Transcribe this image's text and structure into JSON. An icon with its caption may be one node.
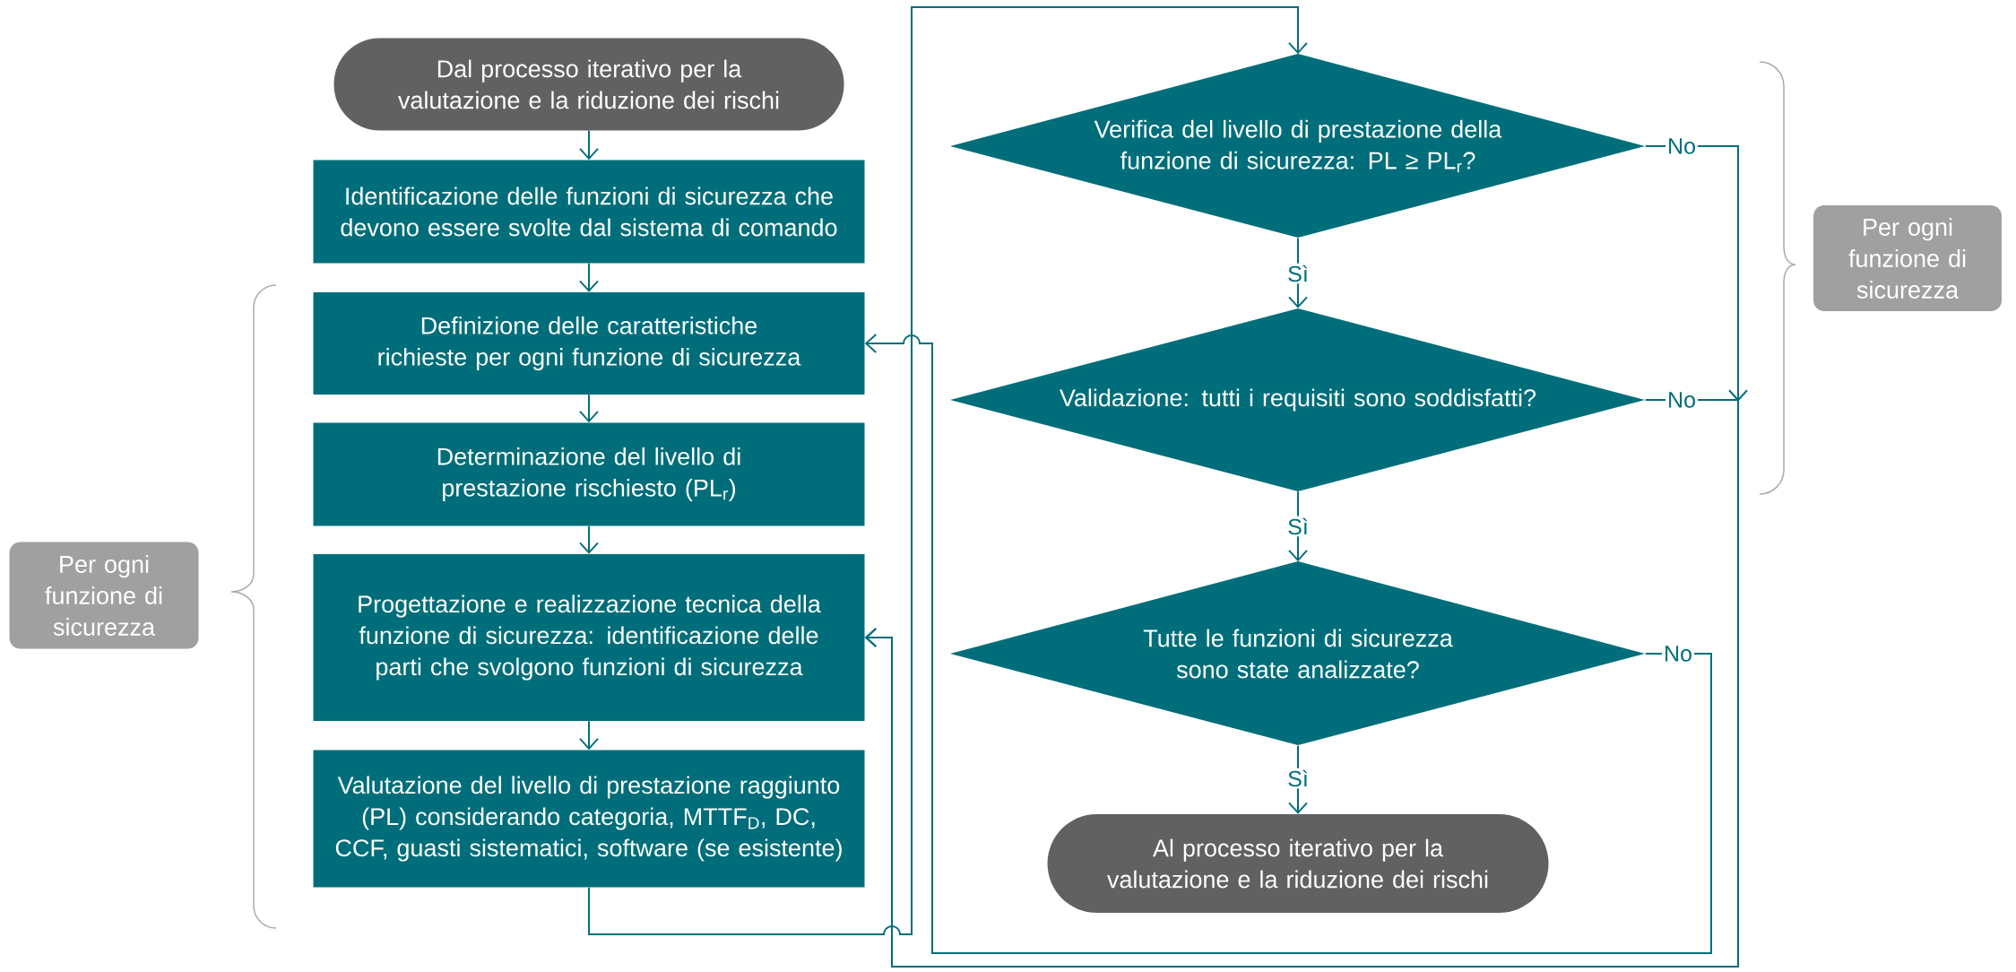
{
  "diagram": {
    "nodes": [
      {
        "text": [
          "Dal processo iterativo per la valutazione e la riduzione dei rischi"
        ]
      },
      {
        "text": [
          "Identificazione delle funzioni di sicurezza che devono essere svolte dal sistema di comando"
        ]
      },
      {
        "text": [
          "Definizione delle caratteristiche richieste per ogni funzione di sicurezza"
        ]
      },
      {
        "text": [
          "Determinazione del livello di prestazione rischiesto (PL$_{r}$)"
        ]
      },
      {
        "text": [
          "Progettazione e realizzazione tecnica della funzione di sicurezza: identificazione delle parti che svolgono funzioni di sicurezza"
        ]
      },
      {
        "text": [
          "Valutazione del livello di prestazione raggiunto (PL) considerando categoria, MTTF$_{D}$, DC, CCF, guasti sistematici, software (se esistente)"
        ]
      },
      {
        "text": [
          "Verifica del livello di prestazione della funzione di sicurezza: PL ≥  PL$_{r}$?"
        ]
      },
      {
        "text": [
          "Validazione: tutti i requisiti sono soddisfatti?"
        ]
      },
      {
        "text": [
          "Tutte le funzioni di sicurezza sono state analizzate?"
        ]
      },
      {
        "text": [
          "Al processo iterativo per la valutazione e la riduzione dei rischi"
        ]
      },
      {
        "text": [
          "Per ogni funzione di sicurezza"
        ]
      },
      {
        "text": [
          "Per ogni funzione di sicurezza"
        ]
      }
    ],
    "edges": [
      {
        "from": 0,
        "to": 1,
        "arrow": "to"
      },
      {
        "from": 1,
        "to": 2,
        "arrow": "to"
      },
      {
        "from": 2,
        "to": 3,
        "arrow": "to"
      },
      {
        "from": 3,
        "to": 4,
        "arrow": "to"
      },
      {
        "from": 4,
        "to": 5,
        "arrow": "to"
      },
      {
        "from": 5,
        "to": 6,
        "arrow": "to"
      },
      {
        "from": 6,
        "to": 7,
        "arrow": "to",
        "label": "Sì"
      },
      {
        "from": 7,
        "to": 8,
        "arrow": "to",
        "label": "Sì"
      },
      {
        "from": 8,
        "to": 9,
        "arrow": "to",
        "label": "Sì"
      },
      {
        "from": 6,
        "to": 4,
        "arrow": "to",
        "label": "No"
      },
      {
        "from": 7,
        "to": 4,
        "arrow": "to",
        "label": "No"
      },
      {
        "from": 8,
        "to": 2,
        "arrow": "to",
        "label": "No"
      }
    ]
  }
}
